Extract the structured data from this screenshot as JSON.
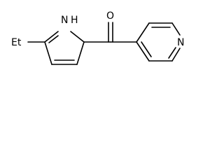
{
  "molecule": {
    "labels": {
      "ethyl": "Et",
      "pyrrole_nitrogen": "N",
      "pyrrole_hydrogen": "H",
      "carbonyl_oxygen": "O",
      "pyridine_nitrogen": "N"
    }
  }
}
